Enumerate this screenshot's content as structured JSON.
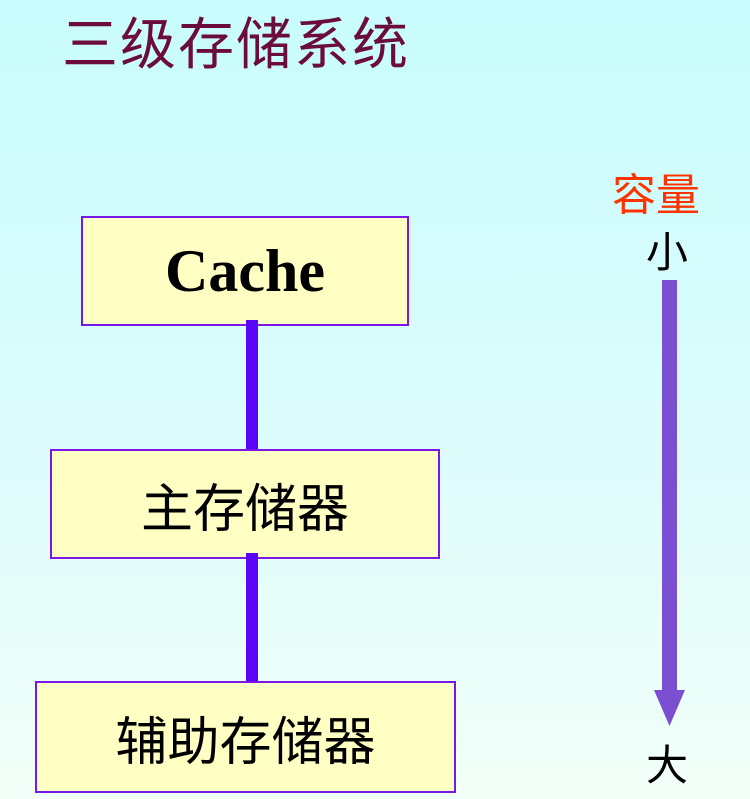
{
  "title": "三级存储系统",
  "boxes": {
    "cache": "Cache",
    "main_memory": "主存储器",
    "auxiliary_memory": "辅助存储器"
  },
  "capacity": {
    "label": "容量",
    "small": "小",
    "large": "大"
  },
  "colors": {
    "title": "#6b0c3c",
    "box_fill": "#ffffc4",
    "box_border": "#7a16e8",
    "connector": "#5a05f7",
    "capacity_label": "#ff3300",
    "arrow": "#7b4fd1"
  }
}
